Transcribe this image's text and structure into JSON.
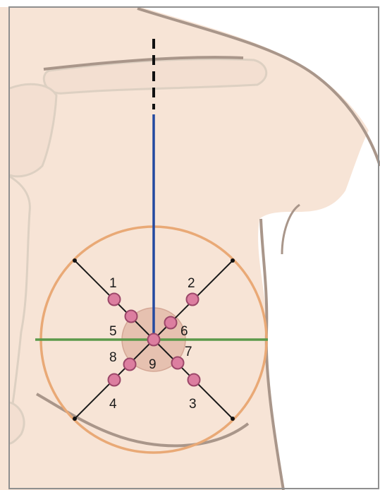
{
  "colors": {
    "skin": "#f7e4d6",
    "outline": "#a9968a",
    "bone": "#f3dfd1",
    "bone_outline": "#ddd0c2",
    "breast_circle": "#e9a976",
    "areola": "#e6c1b0",
    "areola_outline": "#d4a796",
    "marker_fill": "#dc7ea0",
    "marker_stroke": "#9c4769",
    "vertical_line": "#2449a0",
    "horizontal_line": "#5c994a",
    "diagonal_line": "#1a1a1a",
    "dashed_line": "#111111",
    "frame": "#8f8f8f"
  },
  "labels": [
    "1",
    "2",
    "3",
    "4",
    "5",
    "6",
    "7",
    "8",
    "9"
  ]
}
